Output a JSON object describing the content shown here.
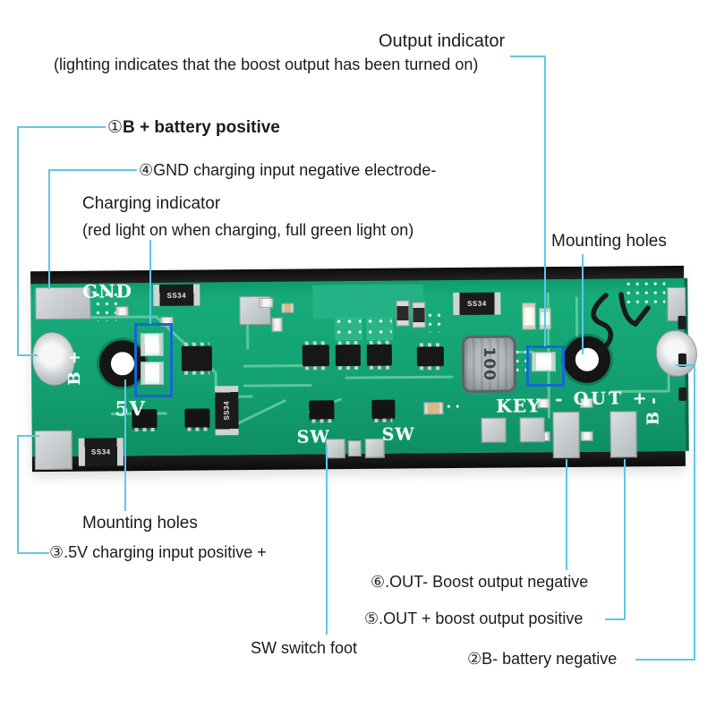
{
  "annotations": {
    "output_indicator_title": "Output indicator",
    "output_indicator_sub": "(lighting indicates that the boost output has been turned on)",
    "b_plus_num": "①",
    "b_plus_text": "B + battery positive",
    "gnd_num": "④",
    "gnd_text": "GND charging input negative electrode-",
    "charging_title": "Charging indicator",
    "charging_sub": "(red light on when charging, full green light on)",
    "mounting_right": "Mounting holes",
    "mounting_left": "Mounting holes",
    "five_v_num": "③",
    "five_v_text": ".5V charging input positive +",
    "out_neg_num": "⑥",
    "out_neg_text": ".OUT- Boost output negative",
    "out_pos_num": "⑤",
    "out_pos_text": ".OUT + boost output positive",
    "b_neg_num": "②",
    "b_neg_text": "B- battery negative",
    "sw_foot": "SW switch foot"
  },
  "pcb": {
    "silkscreen_gnd": "GND",
    "silkscreen_b_plus": "B +",
    "silkscreen_5v": "5V",
    "silkscreen_sw1": "SW",
    "silkscreen_sw2": "SW",
    "silkscreen_key": "KEY",
    "silkscreen_out": "- OUT +",
    "silkscreen_b_minus": "B -",
    "diode_label": "SS34",
    "inductor_label": "100",
    "handwritten_marking": "5V"
  },
  "colors": {
    "leader_line": "#5ec7ea",
    "annotation_box": "#1668cf",
    "pcb_green": "#13a173",
    "board_edge": "#151515",
    "silkscreen": "#f2fdf8"
  }
}
